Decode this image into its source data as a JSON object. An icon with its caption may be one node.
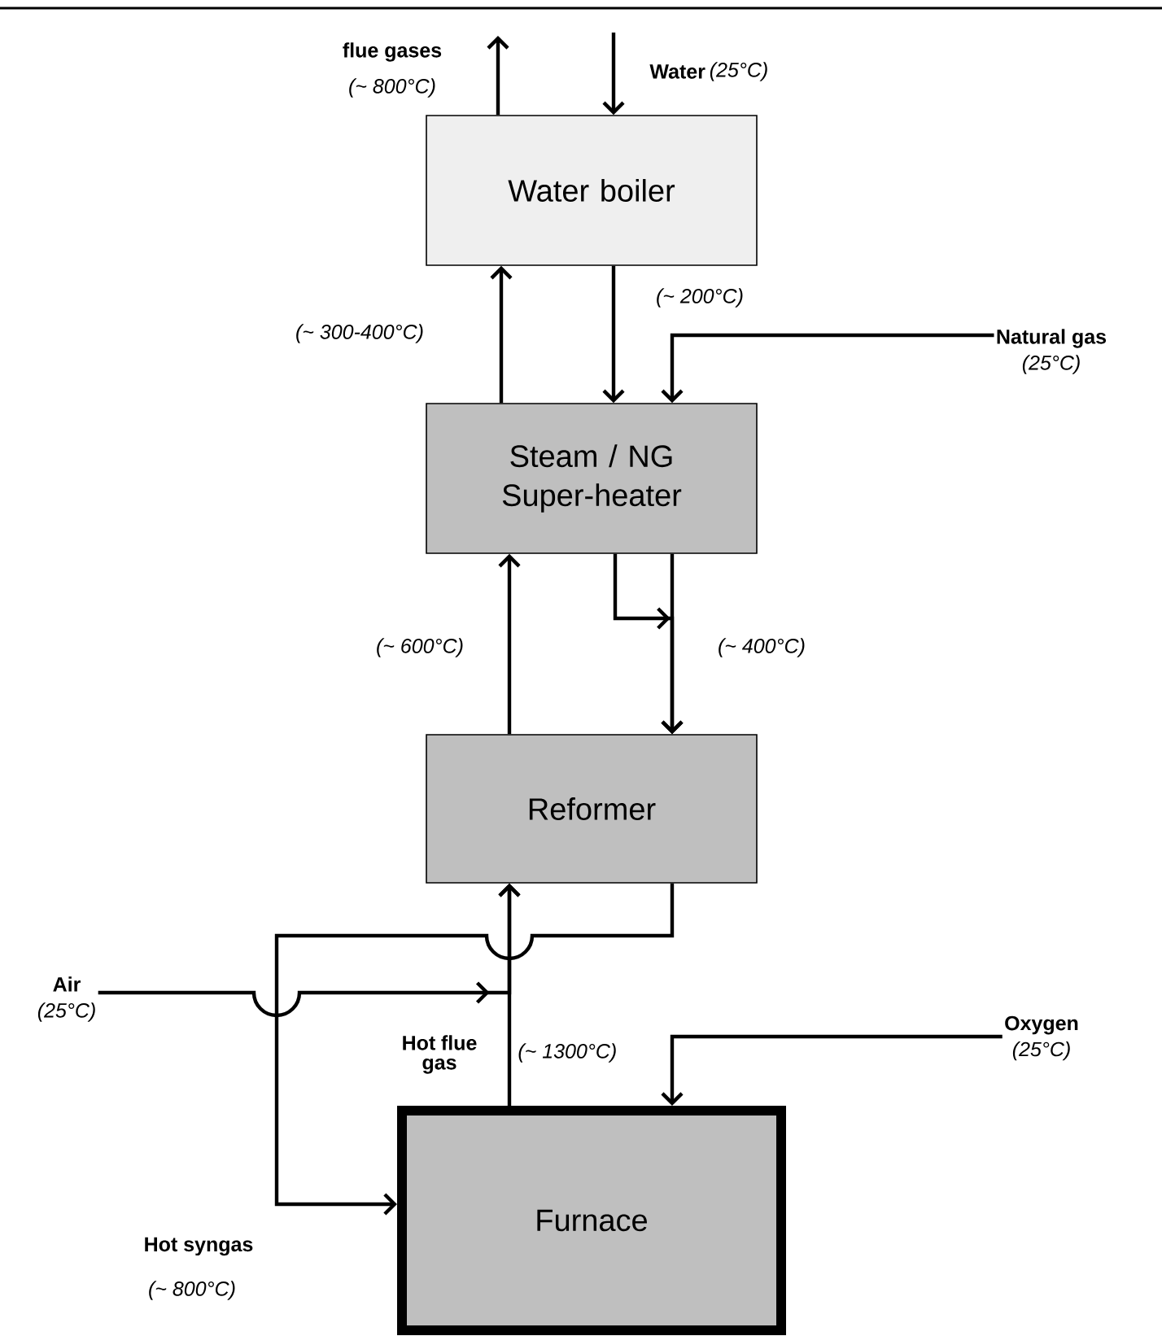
{
  "diagram": {
    "nodes": [
      {
        "text": [
          "Water boiler"
        ]
      },
      {
        "text": [
          "Steam / NG Super-heater"
        ]
      },
      {
        "text": [
          "Reformer"
        ]
      },
      {
        "text": [
          "Furnace"
        ]
      },
      {
        "text": [
          "Natural gas",
          "(25°C)"
        ]
      },
      {
        "text": [
          "Air",
          "(25°C)"
        ]
      },
      {
        "text": [
          "Oxygen",
          "(25°C)"
        ]
      }
    ],
    "edges": [
      {
        "from": 0,
        "to": null,
        "arrow": "to"
      },
      {
        "from": null,
        "to": 0,
        "arrow": "to"
      },
      {
        "from": 0,
        "to": 1,
        "arrow": "to",
        "label": "(~ 200°C)"
      },
      {
        "from": 1,
        "to": 0,
        "arrow": "to",
        "label": "(~ 300-400°C)"
      },
      {
        "from": 4,
        "to": 1,
        "arrow": "to"
      },
      {
        "from": 1,
        "to": 2,
        "arrow": "to",
        "label": "(~ 400°C)"
      },
      {
        "from": 1,
        "to": 2,
        "arrow": "to"
      },
      {
        "from": 2,
        "to": 1,
        "arrow": "to",
        "label": "(~ 600°C)"
      },
      {
        "from": 3,
        "to": 2,
        "arrow": "to",
        "label": "(~ 1300°C)"
      },
      {
        "from": 2,
        "to": 3,
        "arrow": "to"
      },
      {
        "from": 5,
        "to": 2,
        "arrow": "to"
      },
      {
        "from": 6,
        "to": 3,
        "arrow": "to"
      }
    ],
    "labels": [
      "flue gases",
      "(~ 800°C)",
      "Water",
      "(25°C)",
      "Hot flue gas",
      "Hot syngas",
      "(~ 800°C)"
    ]
  }
}
